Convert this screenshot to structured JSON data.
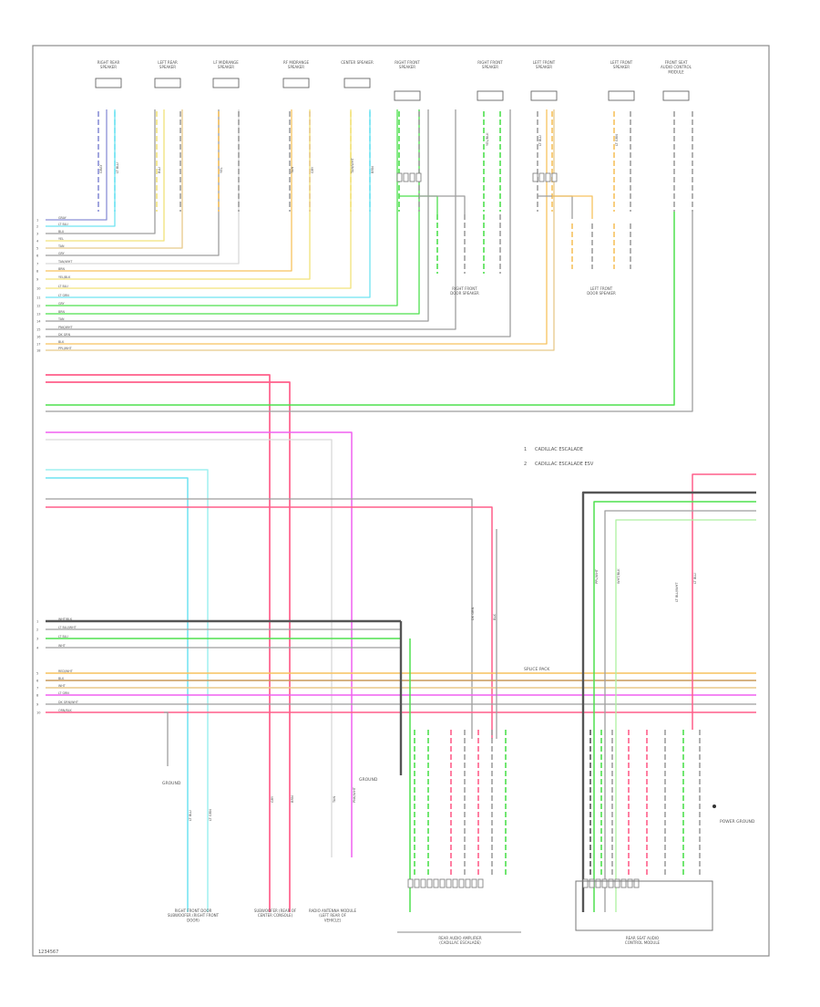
{
  "colors": {
    "gray": "#9e9e9e",
    "black": "#555555",
    "blue": "#8a8fd6",
    "light_blue": "#6fe3f2",
    "yellow": "#f2e27a",
    "tan": "#e8c98a",
    "orange": "#f7c25f",
    "white": "#d9d9d9",
    "green": "#4ee04e",
    "pink": "#ff5f8a",
    "violet": "#f060f0",
    "cyan": "#9ff0f0",
    "light_green": "#aef0a0",
    "brown": "#c99a5a"
  },
  "page": {
    "footer_code": "1234567"
  },
  "legend": [
    {
      "symbol": "1",
      "text": "CADILLAC ESCALADE"
    },
    {
      "symbol": "2",
      "text": "CADILLAC ESCALADE ESV"
    }
  ],
  "top_components": [
    {
      "id": "c1",
      "label": "RIGHT REAR SPEAKER"
    },
    {
      "id": "c2",
      "label": "LEFT REAR SPEAKER"
    },
    {
      "id": "c3",
      "label": "LF MIDRANGE SPEAKER"
    },
    {
      "id": "c4",
      "label": "RF MIDRANGE SPEAKER"
    },
    {
      "id": "c5",
      "label": "CENTER SPEAKER"
    },
    {
      "id": "c6",
      "label": "RIGHT FRONT SPEAKER"
    },
    {
      "id": "c7",
      "label": "RIGHT FRONT SPEAKER"
    },
    {
      "id": "c8",
      "label": "LEFT FRONT SPEAKER"
    },
    {
      "id": "c9",
      "label": "LEFT FRONT SPEAKER"
    },
    {
      "id": "c10",
      "label": "FRONT SEAT AUDIO CONTROL MODULE"
    }
  ],
  "mid_components": [
    {
      "id": "m1",
      "label": "RIGHT FRONT DOOR SPEAKER"
    },
    {
      "id": "m2",
      "label": "LEFT FRONT DOOR SPEAKER"
    }
  ],
  "bottom_components": [
    {
      "id": "b1",
      "label": "RIGHT FRONT DOOR SUBWOOFER (RIGHT FRONT DOOR)"
    },
    {
      "id": "b2",
      "label": "SUBWOOFER (REAR OF CENTER CONSOLE)"
    },
    {
      "id": "b3",
      "label": "RADIO ANTENNA MODULE (LEFT REAR OF VEHICLE)"
    },
    {
      "id": "b4",
      "label": "REAR AUDIO AMPLIFIER (CADILLAC ESCALADE)"
    },
    {
      "id": "b5",
      "label": "REAR SEAT AUDIO CONTROL MODULE"
    }
  ],
  "notes": {
    "ground_left": "GROUND",
    "ground_mid": "GROUND",
    "ground_right": "POWER GROUND",
    "splice": "SPLICE PACK"
  },
  "wire_labels": [
    "GRAY",
    "LT BLU",
    "BLU",
    "YEL",
    "TAN",
    "GRY",
    "TAN/WHT",
    "BRN",
    "YEL/BLK",
    "LT BLU",
    "LT GRN",
    "GRY",
    "BRN",
    "TAN",
    "PNK/WHT",
    "DK GRN",
    "BLK",
    "PPL/WHT",
    "WHT/BLK",
    "LT BLU/WHT",
    "LT BLU",
    "WHT",
    "RED/WHT",
    "BLK",
    "WHT",
    "LT GRN",
    "DK GRN/WHT",
    "ORN/BLK",
    "BRN/WHT",
    "PPL/WHT",
    "BRN",
    "RED"
  ]
}
